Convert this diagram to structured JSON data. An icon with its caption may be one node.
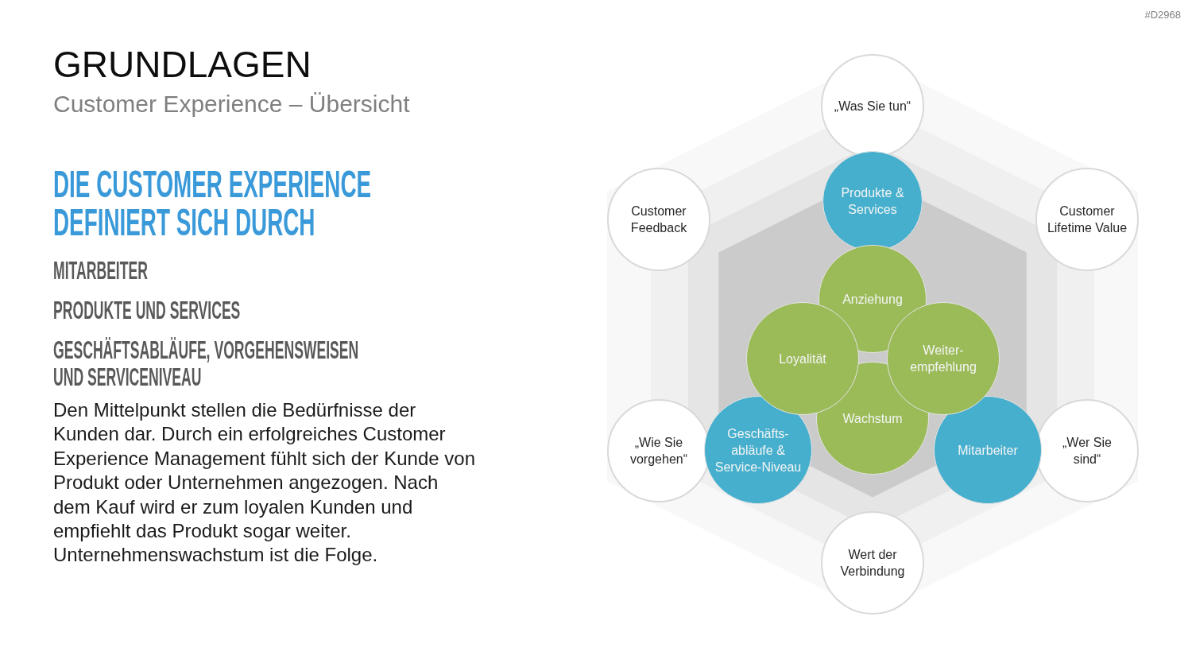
{
  "diagram": {
    "title": "GRUNDLAGEN",
    "nodes": [
      {
        "text": [
          "„Was Sie tun“"
        ]
      },
      {
        "text": [
          "Customer Feedback"
        ]
      },
      {
        "text": [
          "Produkte & Services"
        ]
      },
      {
        "text": [
          "Customer Lifetime Value"
        ]
      },
      {
        "text": [
          "Anziehung"
        ]
      },
      {
        "text": [
          "Loyalität"
        ]
      },
      {
        "text": [
          "Weiter- empfehlung"
        ]
      },
      {
        "text": [
          "Wachstum"
        ]
      },
      {
        "text": [
          "„Wie Sie vorgehen“"
        ]
      },
      {
        "text": [
          "Geschäfts- abläufe & Service-Niveau"
        ]
      },
      {
        "text": [
          "Mitarbeiter"
        ]
      },
      {
        "text": [
          "„Wer Sie sind“"
        ]
      },
      {
        "text": [
          "Wert der Verbindung"
        ]
      }
    ],
    "labels": [
      "#D2968",
      "Customer Experience – Übersicht",
      "DIE CUSTOMER EXPERIENCE DEFINIERT SICH DURCH",
      "MITARBEITER",
      "PRODUKTE UND SERVICES",
      "GESCHÄFTSABLÄUFE, VORGEHENSWEISEN UND SERVICENIVEAU",
      "Den Mittelpunkt stellen die Bedürfnisse der Kunden dar. Durch ein erfolgreiches Customer Experience Management fühlt sich der Kunde von Produkt oder Unternehmen angezogen. Nach dem Kauf wird er zum loyalen Kunden und empfiehlt das Produkt sogar weiter. Unternehmenswachstum ist die Folge."
    ]
  }
}
